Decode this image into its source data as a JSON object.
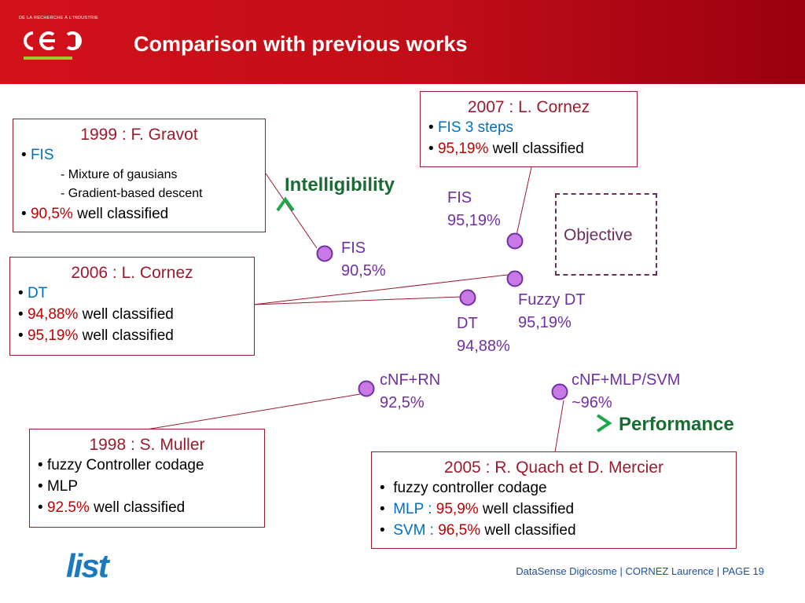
{
  "header": {
    "cea_tagline": "DE LA RECHERCHE À L'INDUSTRIE",
    "cea_logo_text": "cea",
    "title": "Comparison with previous works"
  },
  "axes": {
    "y_label": "Intelligibility",
    "x_label": "Performance"
  },
  "objective": "Objective",
  "points": [
    {
      "id": "fis1999",
      "line1": "FIS",
      "line2": "90,5%"
    },
    {
      "id": "fis2007",
      "line1": "FIS",
      "line2": "95,19%"
    },
    {
      "id": "fuzzydt",
      "line1": "Fuzzy DT",
      "line2": "95,19%"
    },
    {
      "id": "dt",
      "line1": "DT",
      "line2": "94,88%"
    },
    {
      "id": "cnfrn",
      "line1": "cNF+RN",
      "line2": "92,5%"
    },
    {
      "id": "cnfmlp",
      "line1": "cNF+MLP/SVM",
      "line2": "~96%"
    }
  ],
  "boxes": {
    "gravot": {
      "title": "1999 : F. Gravot",
      "fis": "FIS",
      "sub1": "- Mixture of gausians",
      "sub2": "- Gradient-based descent",
      "pct": "90,5%",
      "wc": " well classified"
    },
    "cornez2007": {
      "title": "2007 : L. Cornez",
      "fis": "FIS 3 steps",
      "pct": "95,19%",
      "wc": " well classified"
    },
    "cornez2006": {
      "title": "2006 : L. Cornez",
      "dt": "DT",
      "pct1": "94,88%",
      "wc1": " well classified",
      "pct2": "95,19%",
      "wc2": " well classified"
    },
    "muller": {
      "title": "1998 : S. Muller",
      "l1": "fuzzy Controller codage",
      "l2": "MLP",
      "pct": "92.5%",
      "wc": " well classified"
    },
    "quach": {
      "title": "2005 : R. Quach et D. Mercier",
      "l1": "fuzzy controller codage",
      "mlp": "MLP : ",
      "mlp_pct": "95,9%",
      "wc1": " well classified",
      "svm": "SVM : ",
      "svm_pct": "96,5%",
      "wc2": " well classified"
    }
  },
  "footer": {
    "text": "DataSense Digicosme | CORNEZ Laurence |  PAGE 19",
    "list_logo_text": "list"
  },
  "colors": {
    "header_red": "#c10d18",
    "box_border": "#9b1b2e",
    "point_fill": "#c879e6",
    "point_stroke": "#7030a0",
    "axis_green": "#1aa84a",
    "axis_red": "#e8241c",
    "label_purple": "#7030a0",
    "highlight_blue": "#0070c0",
    "highlight_red": "#c00000"
  }
}
